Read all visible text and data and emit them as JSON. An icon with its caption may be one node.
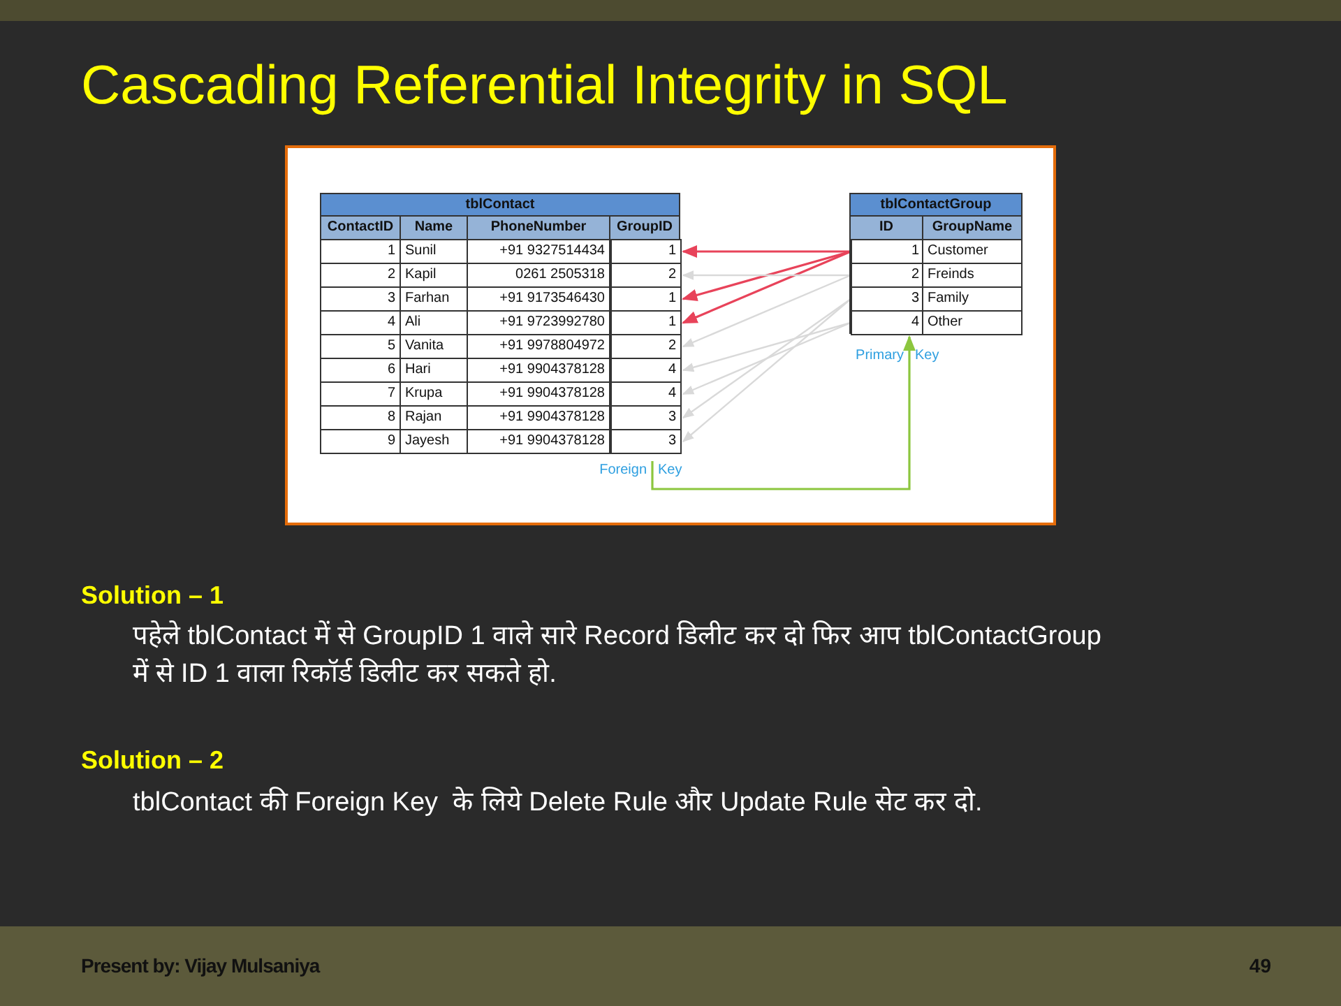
{
  "diagram": {
    "title": "Cascading Referential Integrity in SQL",
    "nodes": [
      {
        "text": [
          "tblContact"
        ]
      },
      {
        "text": [
          "1"
        ],
        "in": 0
      },
      {
        "text": [
          "2"
        ],
        "in": 0
      },
      {
        "text": [
          "1"
        ],
        "in": 0
      },
      {
        "text": [
          "1"
        ],
        "in": 0
      },
      {
        "text": [
          "2"
        ],
        "in": 0
      },
      {
        "text": [
          "4"
        ],
        "in": 0
      },
      {
        "text": [
          "4"
        ],
        "in": 0
      },
      {
        "text": [
          "3"
        ],
        "in": 0
      },
      {
        "text": [
          "3"
        ],
        "in": 0
      },
      {
        "text": [
          "tblContactGroup"
        ]
      },
      {
        "text": [
          "1"
        ],
        "in": 10
      },
      {
        "text": [
          "2"
        ],
        "in": 10
      },
      {
        "text": [
          "3"
        ],
        "in": 10
      },
      {
        "text": [
          "4"
        ],
        "in": 10
      },
      {
        "text": [
          "Foreign",
          "Key"
        ]
      }
    ],
    "edges": [
      {
        "from": 11,
        "to": 1,
        "arrow": "to",
        "color": "#e8435a"
      },
      {
        "from": 11,
        "to": 3,
        "arrow": "to",
        "color": "#e8435a"
      },
      {
        "from": 11,
        "to": 4,
        "arrow": "to",
        "color": "#e8435a"
      },
      {
        "from": 12,
        "to": 2,
        "arrow": "to"
      },
      {
        "from": 12,
        "to": 5,
        "arrow": "to"
      },
      {
        "from": 13,
        "to": 8,
        "arrow": "to"
      },
      {
        "from": 13,
        "to": 9,
        "arrow": "to"
      },
      {
        "from": 14,
        "to": 6,
        "arrow": "to"
      },
      {
        "from": 14,
        "to": 7,
        "arrow": "to"
      },
      {
        "from": 15,
        "to": 14,
        "arrow": "to",
        "color": "#8cc63e"
      }
    ],
    "labels": [
      "ContactID",
      "Name",
      "PhoneNumber",
      "GroupID",
      "1",
      "Sunil",
      "+91 9327514434",
      "2",
      "Kapil",
      "0261 2505318",
      "3",
      "Farhan",
      "+91 9173546430",
      "4",
      "Ali",
      "+91 9723992780",
      "5",
      "Vanita",
      "+91 9978804972",
      "6",
      "Hari",
      "+91 9904378128",
      "7",
      "Krupa",
      "+91 9904378128",
      "8",
      "Rajan",
      "+91 9904378128",
      "9",
      "Jayesh",
      "+91 9904378128",
      "ID",
      "GroupName",
      "Customer",
      "Freinds",
      "Family",
      "Other",
      "Primary",
      "Key",
      "Solution – 1",
      "पहेले tblContact में से GroupID 1 वाले सारे Record डिलीट कर दो फिर आप tblContactGroup में से ID 1 वाला रिकॉर्ड डिलीट कर सकते हो.",
      "Solution – 2",
      "tblContact की Foreign Key  के लिये Delete Rule और Update Rule सेट कर दो.",
      "Present by: Vijay Mulsaniya",
      "49"
    ]
  }
}
